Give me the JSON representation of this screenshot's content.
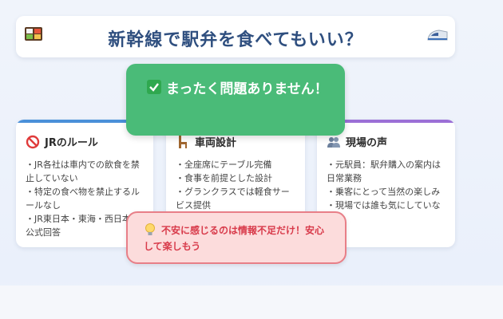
{
  "page": {
    "title": "新幹線で駅弁を食べてもいい？",
    "left_icon": "bento-icon",
    "right_icon": "bullet-train-icon"
  },
  "cards": [
    {
      "icon": "prohibited-icon",
      "title": "JRのルール",
      "accent": "#4a90d9",
      "items": [
        "・JR各社は車内での飲食を禁止していない",
        "・特定の食べ物を禁止するルールなし",
        "・JR東日本・東海・西日本が公式回答"
      ]
    },
    {
      "icon": "chair-icon",
      "title": "車両設計",
      "accent": "#f0a640",
      "items": [
        "・全座席にテーブル完備",
        "・食事を前提とした設計",
        "・グランクラスでは軽食サービス提供"
      ]
    },
    {
      "icon": "people-icon",
      "title": "現場の声",
      "accent": "#9b6fd6",
      "items": [
        "・元駅員：駅弁購入の案内は日常業務",
        "・乗客にとって当然の楽しみ",
        "・現場では誰も気にしていない"
      ]
    }
  ],
  "popup_ok": {
    "icon": "check-icon",
    "message": "まったく問題ありません！",
    "color": "#4abb78"
  },
  "popup_warn": {
    "icon": "lightbulb-icon",
    "message": "不安に感じるのは情報不足だけ！安心して楽しもう",
    "color": "#d83a4a"
  }
}
